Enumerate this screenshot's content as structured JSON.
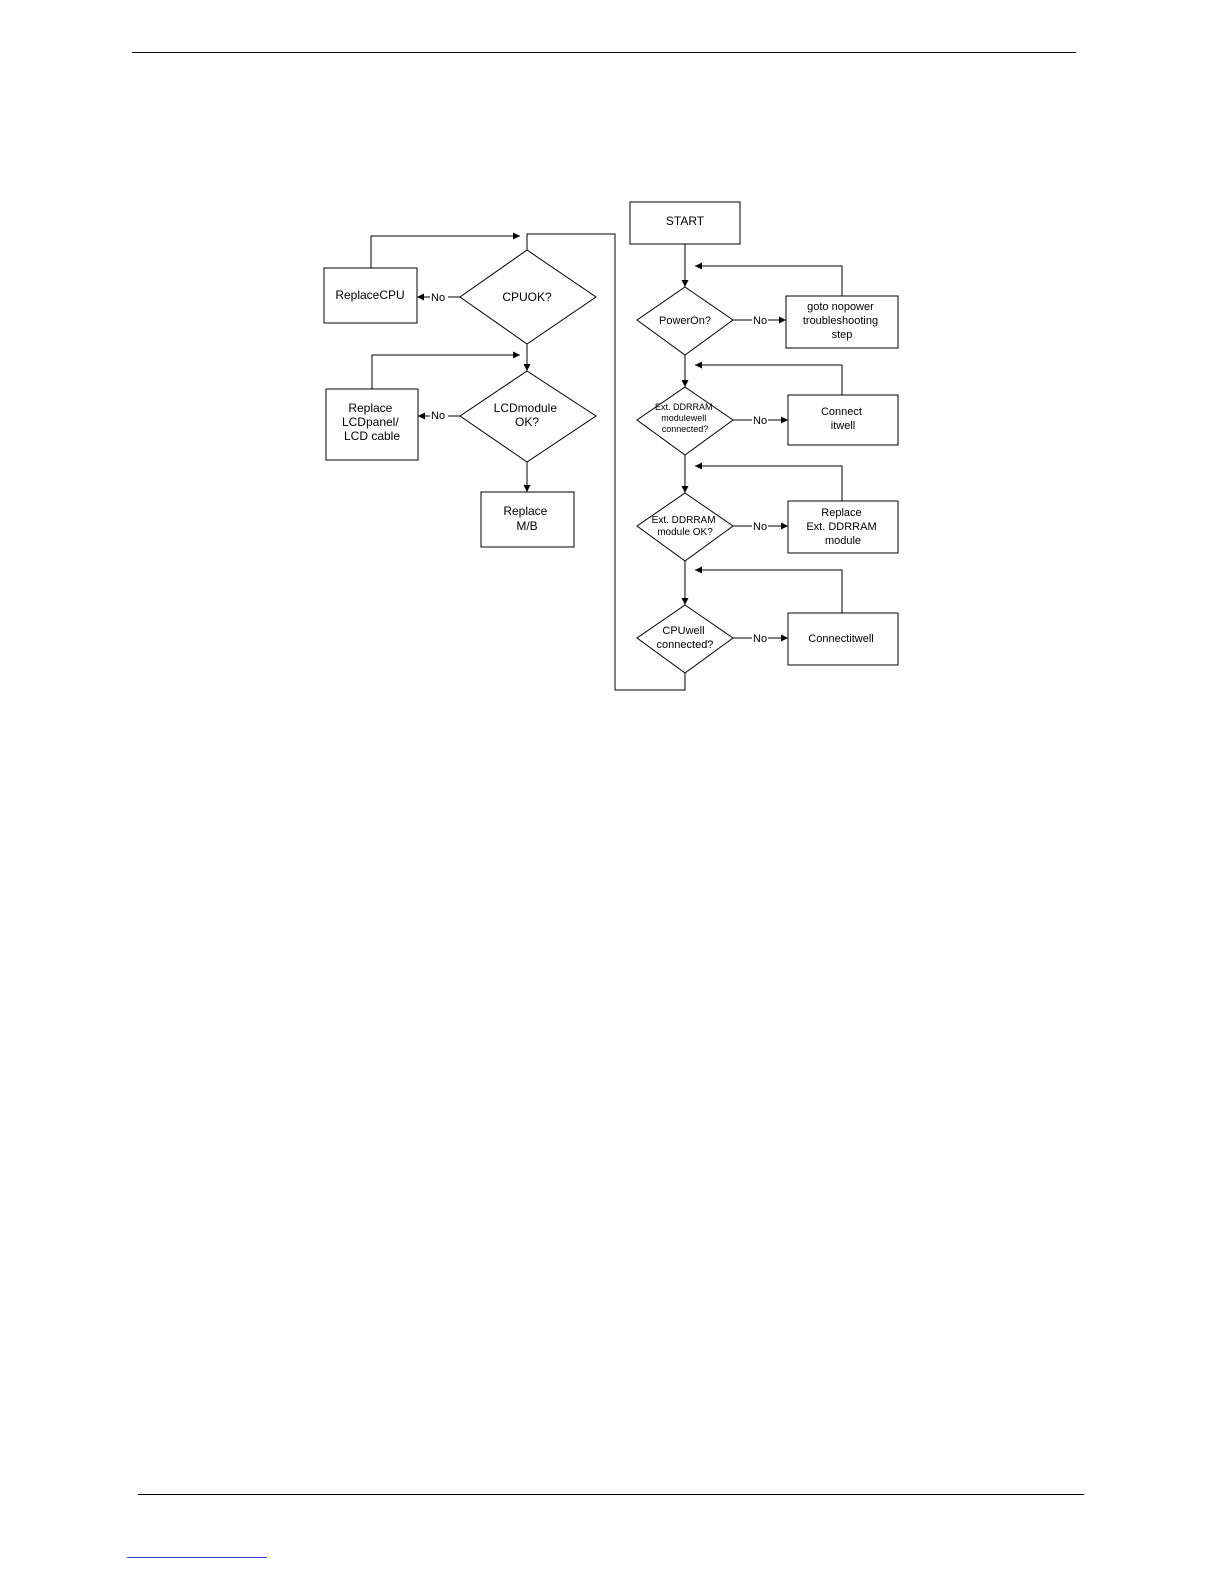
{
  "flowchart": {
    "start": "START",
    "right_column": {
      "power_on": {
        "question": "PowerOn?",
        "no": "No",
        "action": [
          "goto nopower",
          "troubleshooting",
          "step"
        ]
      },
      "ddr_connected": {
        "question": [
          "Ext. DDRRAM",
          "modulewell",
          "connected?"
        ],
        "no": "No",
        "action": [
          "Connect",
          "itwell"
        ]
      },
      "ddr_ok": {
        "question": [
          "Ext. DDRRAM",
          "module OK?"
        ],
        "no": "No",
        "action": [
          "Replace",
          "Ext. DDRRAM",
          "module"
        ]
      },
      "cpu_connected": {
        "question": [
          "CPUwell",
          "connected?"
        ],
        "no": "No",
        "action": [
          "Connectitwell"
        ]
      }
    },
    "left_column": {
      "cpu_ok": {
        "question": "CPUOK?",
        "no": "No",
        "action": "ReplaceCPU"
      },
      "lcd_ok": {
        "question": [
          "LCDmodule",
          "OK?"
        ],
        "no": "No",
        "action": [
          "Replace",
          "LCDpanel/",
          "LCD cable"
        ]
      },
      "replace_mb": [
        "Replace",
        "M/B"
      ]
    }
  }
}
